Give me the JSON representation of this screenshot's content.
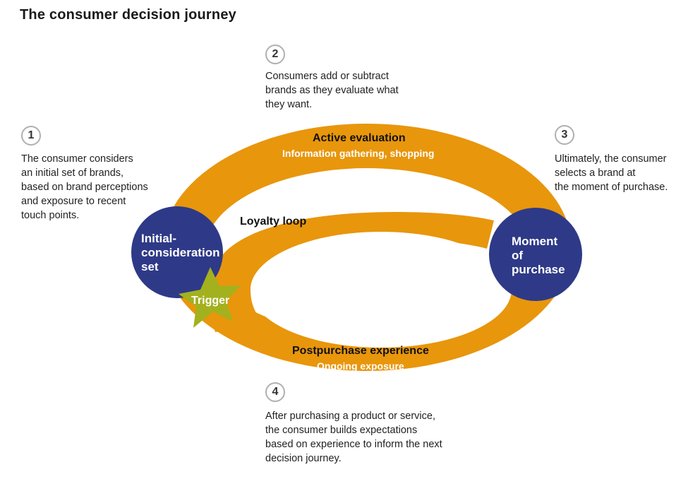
{
  "title": "The consumer decision journey",
  "colors": {
    "loop": "#E8960C",
    "circle": "#2E3A87",
    "star": "#A3B11E",
    "badge_border": "#B0B0B0"
  },
  "steps": [
    {
      "number": "1",
      "lines": [
        "The consumer considers",
        "an initial set of brands,",
        "based on brand perceptions",
        "and exposure to recent",
        "touch points."
      ]
    },
    {
      "number": "2",
      "lines": [
        "Consumers add or subtract",
        "brands as they evaluate what",
        "they want."
      ]
    },
    {
      "number": "3",
      "lines": [
        "Ultimately, the consumer",
        "selects a brand at",
        "the moment of purchase."
      ]
    },
    {
      "number": "4",
      "lines": [
        "After purchasing a product or service,",
        "the consumer builds expectations",
        "based on experience to inform the next",
        "decision journey."
      ]
    }
  ],
  "arcs": {
    "active_evaluation": {
      "label": "Active evaluation",
      "sublabel": "Information gathering, shopping"
    },
    "loyalty_loop": {
      "label": "Loyalty loop"
    },
    "postpurchase": {
      "label": "Postpurchase experience",
      "sublabel": "Ongoing exposure"
    }
  },
  "nodes": {
    "initial_consideration": {
      "lines": [
        "Initial-",
        "consideration",
        "set"
      ]
    },
    "moment_of_purchase": {
      "lines": [
        "Moment",
        "of",
        "purchase"
      ]
    },
    "trigger": {
      "label": "Trigger"
    }
  }
}
